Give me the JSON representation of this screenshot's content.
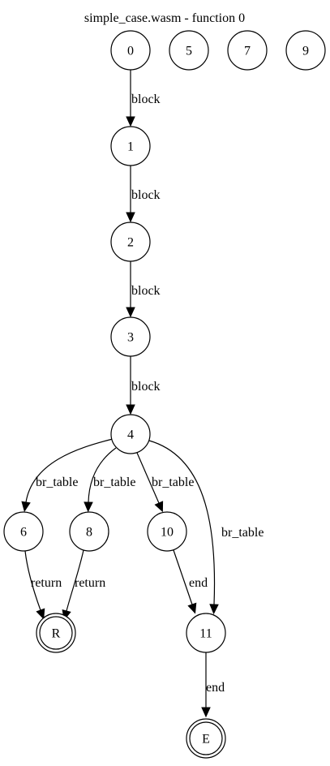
{
  "title": "simple_case.wasm - function 0",
  "nodes": [
    {
      "id": "n0",
      "label": "0"
    },
    {
      "id": "n5",
      "label": "5"
    },
    {
      "id": "n7",
      "label": "7"
    },
    {
      "id": "n9",
      "label": "9"
    },
    {
      "id": "n1",
      "label": "1"
    },
    {
      "id": "n2",
      "label": "2"
    },
    {
      "id": "n3",
      "label": "3"
    },
    {
      "id": "n4",
      "label": "4"
    },
    {
      "id": "n6",
      "label": "6"
    },
    {
      "id": "n8",
      "label": "8"
    },
    {
      "id": "n10",
      "label": "10"
    },
    {
      "id": "n11",
      "label": "11"
    },
    {
      "id": "nR",
      "label": "R",
      "terminal": true
    },
    {
      "id": "nE",
      "label": "E",
      "terminal": true
    }
  ],
  "edges": [
    {
      "from": "n0",
      "to": "n1",
      "label": "block"
    },
    {
      "from": "n1",
      "to": "n2",
      "label": "block"
    },
    {
      "from": "n2",
      "to": "n3",
      "label": "block"
    },
    {
      "from": "n3",
      "to": "n4",
      "label": "block"
    },
    {
      "from": "n4",
      "to": "n6",
      "label": "br_table"
    },
    {
      "from": "n4",
      "to": "n8",
      "label": "br_table"
    },
    {
      "from": "n4",
      "to": "n10",
      "label": "br_table"
    },
    {
      "from": "n4",
      "to": "n11",
      "label": "br_table"
    },
    {
      "from": "n6",
      "to": "nR",
      "label": "return"
    },
    {
      "from": "n8",
      "to": "nR",
      "label": "return"
    },
    {
      "from": "n10",
      "to": "n11",
      "label": "end"
    },
    {
      "from": "n11",
      "to": "nE",
      "label": "end"
    }
  ]
}
